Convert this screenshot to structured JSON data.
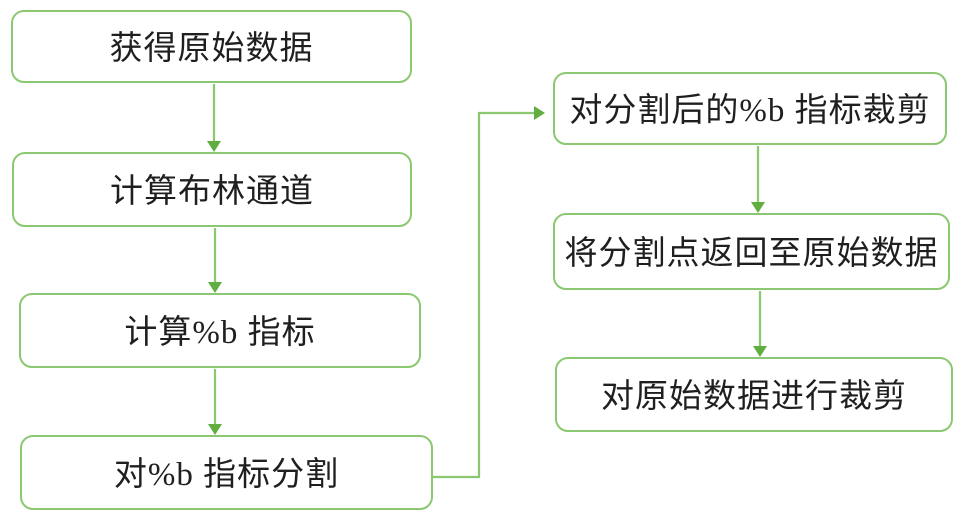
{
  "diagram": {
    "type": "flowchart",
    "background_color": "#ffffff",
    "colors": {
      "box_border": "#8bc871",
      "box_fill": "#ffffff",
      "connector_line": "#8bc871",
      "arrowhead": "#5fae3f",
      "text": "#1f1f1f"
    },
    "nodes": [
      {
        "id": "n1",
        "label": "获得原始数据"
      },
      {
        "id": "n2",
        "label": "计算布林通道"
      },
      {
        "id": "n3",
        "label": "计算%b 指标"
      },
      {
        "id": "n4",
        "label": "对%b 指标分割"
      },
      {
        "id": "n5",
        "label": "对分割后的%b 指标裁剪"
      },
      {
        "id": "n6",
        "label": "将分割点返回至原始数据"
      },
      {
        "id": "n7",
        "label": "对原始数据进行裁剪"
      }
    ],
    "edges": [
      {
        "from": "n1",
        "to": "n2",
        "style": "straight-down-arrow"
      },
      {
        "from": "n2",
        "to": "n3",
        "style": "straight-down-arrow"
      },
      {
        "from": "n3",
        "to": "n4",
        "style": "straight-down-arrow"
      },
      {
        "from": "n4",
        "to": "n5",
        "style": "elbow-right-up-right-arrow"
      },
      {
        "from": "n5",
        "to": "n6",
        "style": "straight-down-arrow"
      },
      {
        "from": "n6",
        "to": "n7",
        "style": "straight-down-arrow"
      }
    ]
  }
}
